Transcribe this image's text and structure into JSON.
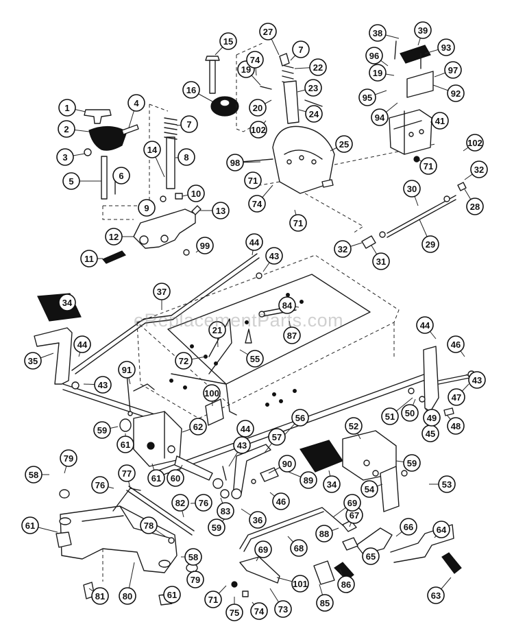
{
  "watermark": "eReplacementParts.com",
  "callout_color": "#111111",
  "callouts": [
    "1",
    "2",
    "3",
    "4",
    "5",
    "6",
    "7",
    "8",
    "9",
    "10",
    "11",
    "12",
    "13",
    "14",
    "15",
    "16",
    "19",
    "20",
    "7",
    "22",
    "23",
    "24",
    "25",
    "27",
    "28",
    "29",
    "30",
    "31",
    "32",
    "32",
    "34",
    "34",
    "35",
    "36",
    "37",
    "38",
    "39",
    "41",
    "43",
    "43",
    "43",
    "43",
    "44",
    "44",
    "44",
    "44",
    "45",
    "46",
    "46",
    "47",
    "48",
    "49",
    "50",
    "51",
    "52",
    "53",
    "54",
    "55",
    "56",
    "57",
    "58",
    "58",
    "59",
    "59",
    "59",
    "60",
    "61",
    "61",
    "61",
    "61",
    "62",
    "63",
    "64",
    "65",
    "66",
    "67",
    "68",
    "69",
    "69",
    "71",
    "71",
    "71",
    "71",
    "72",
    "73",
    "74",
    "74",
    "74",
    "75",
    "76",
    "76",
    "77",
    "78",
    "79",
    "79",
    "80",
    "81",
    "82",
    "83",
    "84",
    "85",
    "86",
    "87",
    "88",
    "89",
    "90",
    "91",
    "92",
    "93",
    "94",
    "95",
    "96",
    "97",
    "98",
    "99",
    "100",
    "101",
    "102",
    "102",
    "19",
    "21"
  ]
}
